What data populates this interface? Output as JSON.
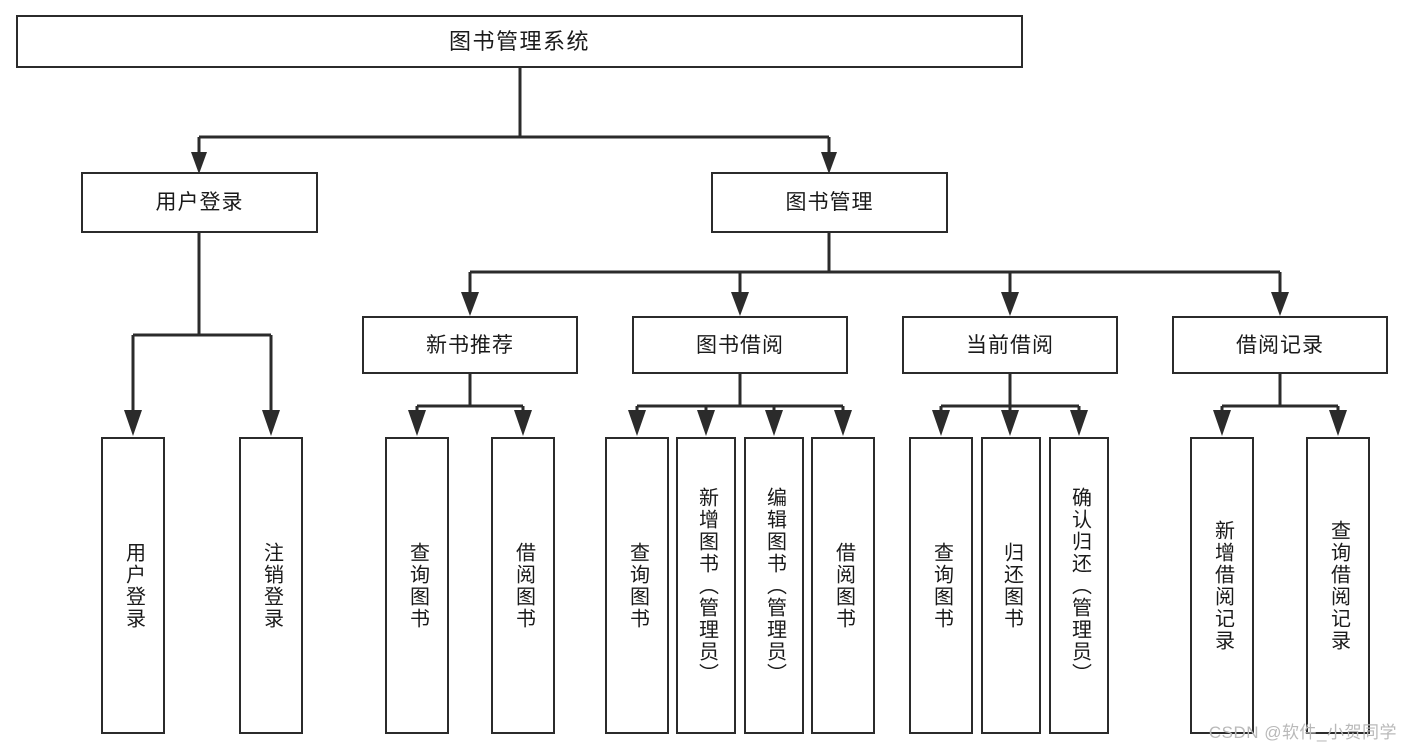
{
  "diagram": {
    "title": "图书管理系统",
    "type": "tree",
    "watermark": "CSDN @软件_小贺同学",
    "colors": {
      "stroke": "#2b2b2b",
      "fill": "#ffffff",
      "text": "#1a1a1a",
      "watermark": "#b9b9b9"
    },
    "levels": {
      "root": {
        "label": "图书管理系统"
      },
      "level2": [
        {
          "id": "user-login",
          "label": "用户登录"
        },
        {
          "id": "book-manage",
          "label": "图书管理"
        }
      ],
      "level3": [
        {
          "id": "new-book-recommend",
          "label": "新书推荐"
        },
        {
          "id": "book-borrow",
          "label": "图书借阅"
        },
        {
          "id": "current-borrow",
          "label": "当前借阅"
        },
        {
          "id": "borrow-record",
          "label": "借阅记录"
        }
      ],
      "leaves": {
        "user-login": [
          {
            "id": "leaf-user-login",
            "label": "用户登录"
          },
          {
            "id": "leaf-logout-login",
            "label": "注销登录"
          }
        ],
        "new-book-recommend": [
          {
            "id": "leaf-query-book-1",
            "label": "查询图书"
          },
          {
            "id": "leaf-borrow-book-1",
            "label": "借阅图书"
          }
        ],
        "book-borrow": [
          {
            "id": "leaf-query-book-2",
            "label": "查询图书"
          },
          {
            "id": "leaf-add-book",
            "label": "新增图书（管理员）"
          },
          {
            "id": "leaf-edit-book",
            "label": "编辑图书（管理员）"
          },
          {
            "id": "leaf-borrow-book-2",
            "label": "借阅图书"
          }
        ],
        "current-borrow": [
          {
            "id": "leaf-query-book-3",
            "label": "查询图书"
          },
          {
            "id": "leaf-return-book",
            "label": "归还图书"
          },
          {
            "id": "leaf-confirm-return",
            "label": "确认归还（管理员）"
          }
        ],
        "borrow-record": [
          {
            "id": "leaf-add-record",
            "label": "新增借阅记录"
          },
          {
            "id": "leaf-query-record",
            "label": "查询借阅记录"
          }
        ]
      }
    }
  }
}
